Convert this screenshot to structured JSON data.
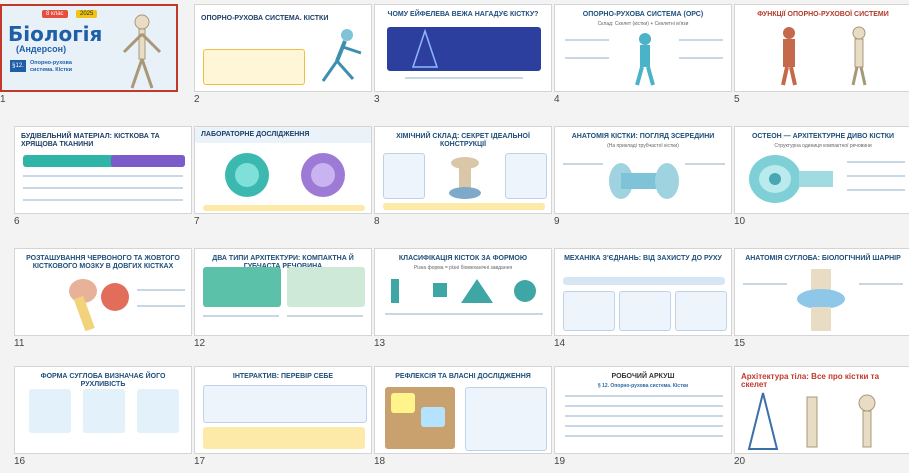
{
  "slides": [
    {
      "number": "1",
      "badge": "8 клас",
      "year": "2025",
      "title": "Біологія",
      "subtitle": "(Андерсон)",
      "paragraph": "§12.",
      "topic": "Опорно-рухова система. Кістки"
    },
    {
      "number": "2",
      "title": "ОПОРНО-РУХОВА СИСТЕМА. КІСТКИ"
    },
    {
      "number": "3",
      "title": "ЧОМУ ЕЙФЕЛЕВА ВЕЖА НАГАДУЄ КІСТКУ?"
    },
    {
      "number": "4",
      "title": "ОПОРНО-РУХОВА СИСТЕМА (ОРС)",
      "subtitle": "Склад: Скелет (кістки) + Скелетні м'язи"
    },
    {
      "number": "5",
      "title": "ФУНКЦІЇ ОПОРНО-РУХОВОЇ СИСТЕМИ"
    },
    {
      "number": "6",
      "title": "БУДІВЕЛЬНИЙ МАТЕРІАЛ: КІСТКОВА ТА ХРЯЩОВА ТКАНИНИ"
    },
    {
      "number": "7",
      "title": "ЛАБОРАТОРНЕ ДОСЛІДЖЕННЯ"
    },
    {
      "number": "8",
      "title": "ХІМІЧНИЙ СКЛАД: СЕКРЕТ ІДЕАЛЬНОЇ КОНСТРУКЦІЇ"
    },
    {
      "number": "9",
      "title": "АНАТОМІЯ КІСТКИ: ПОГЛЯД ЗСЕРЕДИНИ",
      "subtitle": "(На прикладі трубчастої кістки)"
    },
    {
      "number": "10",
      "title": "ОСТЕОН — АРХІТЕКТУРНЕ ДИВО КІСТКИ",
      "subtitle": "Структурна одиниця компактної речовини"
    },
    {
      "number": "11",
      "title": "РОЗТАШУВАННЯ ЧЕРВОНОГО ТА ЖОВТОГО КІСТКОВОГО МОЗКУ В ДОВГИХ КІСТКАХ"
    },
    {
      "number": "12",
      "title": "ДВА ТИПИ АРХІТЕКТУРИ: КОМПАКТНА Й ГУБЧАСТА РЕЧОВИНА"
    },
    {
      "number": "13",
      "title": "КЛАСИФІКАЦІЯ КІСТОК ЗА ФОРМОЮ",
      "subtitle": "Різна форма = різні біомеханічні завдання"
    },
    {
      "number": "14",
      "title": "МЕХАНІКА З'ЄДНАНЬ: ВІД ЗАХИСТУ ДО РУХУ"
    },
    {
      "number": "15",
      "title": "АНАТОМІЯ СУГЛОБА: БІОЛОГІЧНИЙ ШАРНІР"
    },
    {
      "number": "16",
      "title": "ФОРМА СУГЛОБА ВИЗНАЧАЄ ЙОГО РУХЛИВІСТЬ"
    },
    {
      "number": "17",
      "title": "ІНТЕРАКТИВ: ПЕРЕВІР СЕБЕ"
    },
    {
      "number": "18",
      "title": "РЕФЛЕКСІЯ ТА ВЛАСНІ ДОСЛІДЖЕННЯ"
    },
    {
      "number": "19",
      "title": "РОБОЧИЙ АРКУШ",
      "subtitle": "§ 12. Опорно-рухова система. Кістки"
    },
    {
      "number": "20",
      "title": "Архітектура тіла: Все про кістки та скелет"
    }
  ],
  "colors": {
    "accent": "#1f5fa8",
    "selected_border": "#c0392b",
    "background": "#f3f3f3"
  }
}
